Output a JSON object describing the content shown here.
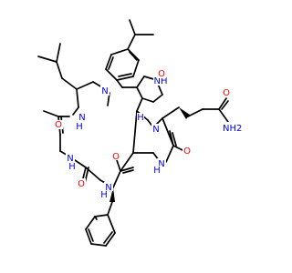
{
  "structure": {
    "atom_labels": {
      "o_left": "O",
      "n_left_upper": "N",
      "h_left_upper": "H",
      "n_middle_ring": "N",
      "n_methyl": "N",
      "n_left_lower": "N",
      "h_left_lower": "H",
      "o_left_lower": "O",
      "n_bottom": "N",
      "h_bottom": "H",
      "o_bottom_center": "O",
      "n_center": "N",
      "h_center": "H",
      "o_right_center": "O",
      "n_right_upper": "N",
      "h_right_upper": "H",
      "nh_indole": "NH",
      "o_top_center": "O",
      "o_amide": "O",
      "nh2_amide": "NH2",
      "nh2_sub": "2",
      "h_amide": "H"
    },
    "colors": {
      "bond": "#000000",
      "oxygen": "#ff0000",
      "nitrogen": "#0000ff",
      "background": "#ffffff"
    }
  }
}
